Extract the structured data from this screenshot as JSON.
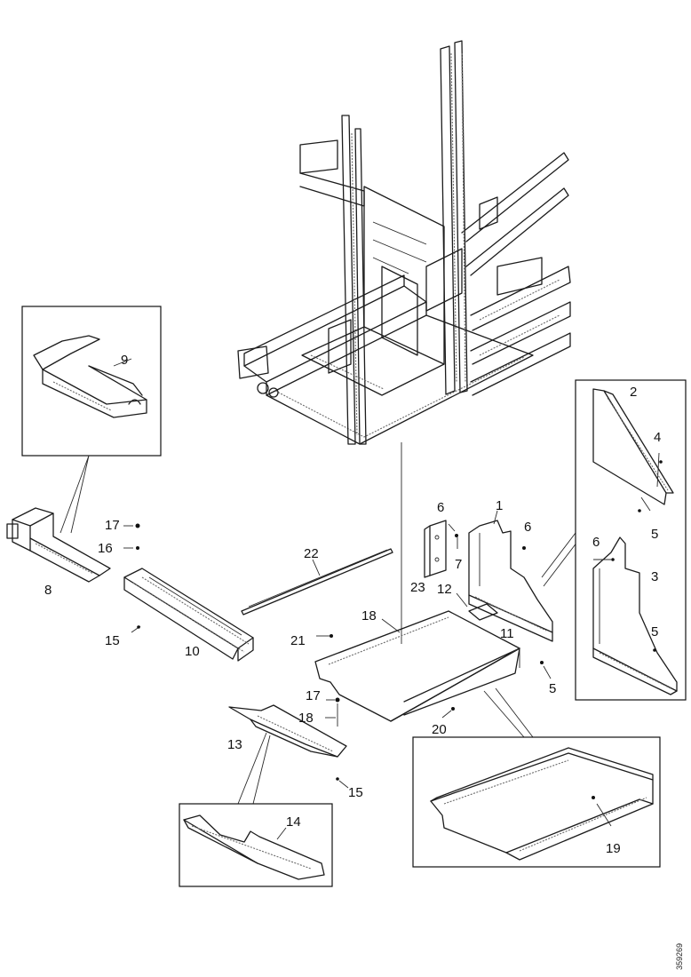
{
  "callouts": [
    "1",
    "2",
    "3",
    "4",
    "5",
    "6",
    "7",
    "8",
    "9",
    "10",
    "11",
    "12",
    "13",
    "14",
    "15",
    "16",
    "17",
    "18",
    "19",
    "20",
    "21",
    "22",
    "23"
  ],
  "drawing_code": "359269"
}
